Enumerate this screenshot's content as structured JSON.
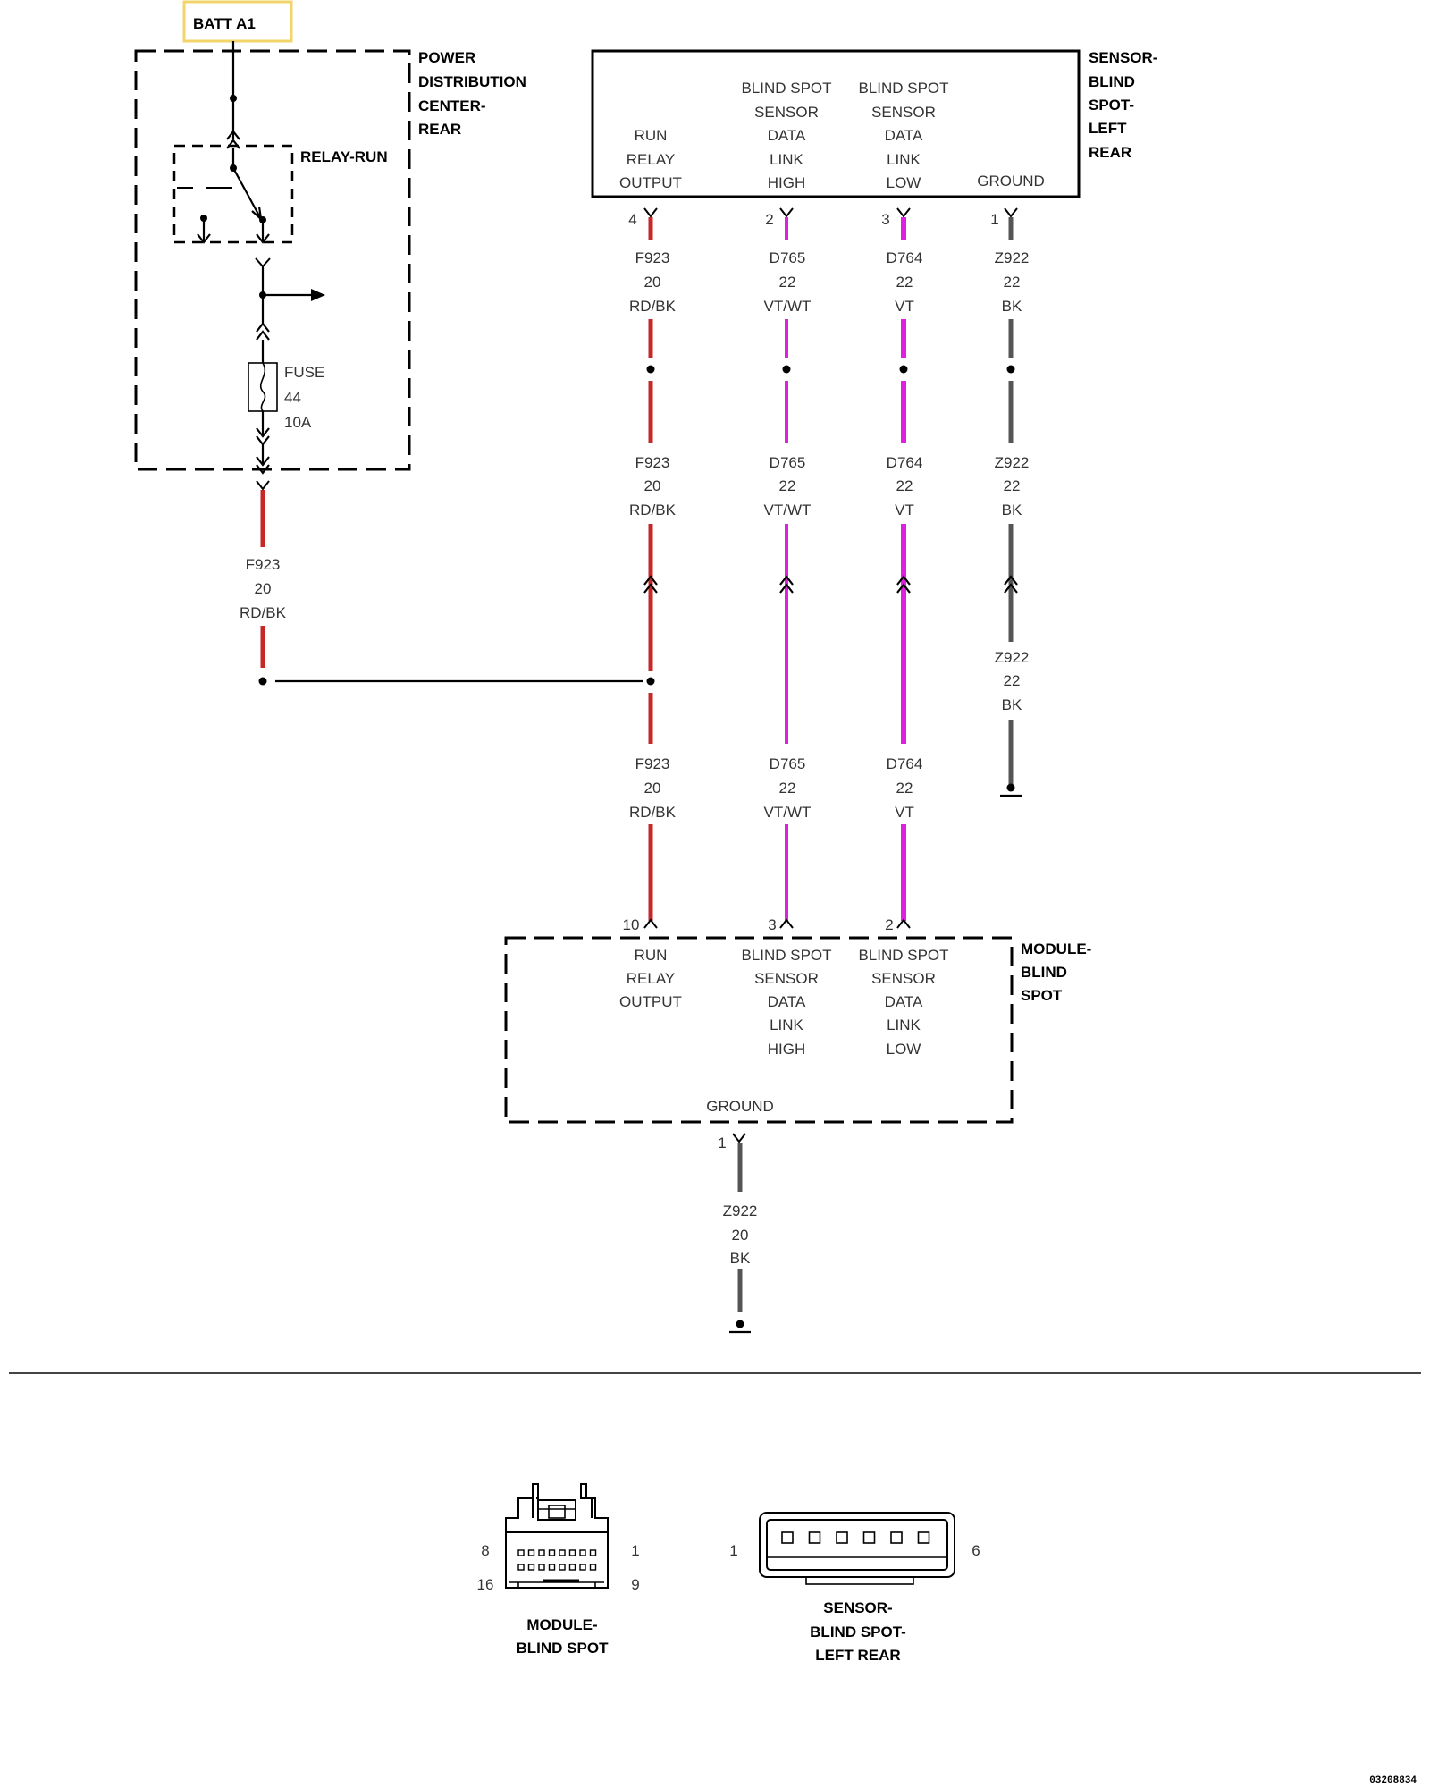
{
  "colors": {
    "red_wire": "#c62828",
    "violet_wire": "#e020e0",
    "black_wire": "#555555",
    "batt_box_border": "#f2d46b"
  },
  "power_source": {
    "label": "BATT A1"
  },
  "pdc": {
    "title_lines": [
      "POWER",
      "DISTRIBUTION",
      "CENTER-",
      "REAR"
    ],
    "relay_label": "RELAY-RUN",
    "fuse_lines": [
      "FUSE",
      "44",
      "10A"
    ]
  },
  "sensor": {
    "title_lines": [
      "SENSOR-",
      "BLIND",
      "SPOT-",
      "LEFT",
      "REAR"
    ],
    "pins": [
      {
        "pin": "4",
        "function_lines": [
          "RUN",
          "RELAY",
          "OUTPUT"
        ]
      },
      {
        "pin": "2",
        "function_lines": [
          "BLIND SPOT",
          "SENSOR",
          "DATA",
          "LINK",
          "HIGH"
        ]
      },
      {
        "pin": "3",
        "function_lines": [
          "BLIND SPOT",
          "SENSOR",
          "DATA",
          "LINK",
          "LOW"
        ]
      },
      {
        "pin": "1",
        "function_lines": [
          "GROUND"
        ]
      }
    ]
  },
  "wires": {
    "f923_20": [
      "F923",
      "20",
      "RD/BK"
    ],
    "d765_22": [
      "D765",
      "22",
      "VT/WT"
    ],
    "d764_22": [
      "D764",
      "22",
      "VT"
    ],
    "z922_22": [
      "Z922",
      "22",
      "BK"
    ],
    "z922_20": [
      "Z922",
      "20",
      "BK"
    ]
  },
  "module": {
    "title_lines": [
      "MODULE-",
      "BLIND",
      "SPOT"
    ],
    "pins": [
      {
        "pin": "10",
        "function_lines": [
          "RUN",
          "RELAY",
          "OUTPUT"
        ]
      },
      {
        "pin": "3",
        "function_lines": [
          "BLIND SPOT",
          "SENSOR",
          "DATA",
          "LINK",
          "HIGH"
        ]
      },
      {
        "pin": "2",
        "function_lines": [
          "BLIND SPOT",
          "SENSOR",
          "DATA",
          "LINK",
          "LOW"
        ]
      }
    ],
    "ground_label": "GROUND",
    "ground_pin": "1"
  },
  "connectors": {
    "module": {
      "name_lines": [
        "MODULE-",
        "BLIND SPOT"
      ],
      "pin_labels": [
        "8",
        "1",
        "16",
        "9"
      ]
    },
    "sensor": {
      "name_lines": [
        "SENSOR-",
        "BLIND SPOT-",
        "LEFT REAR"
      ],
      "pin_labels": [
        "1",
        "6"
      ]
    }
  },
  "diagram_id": "03208834"
}
